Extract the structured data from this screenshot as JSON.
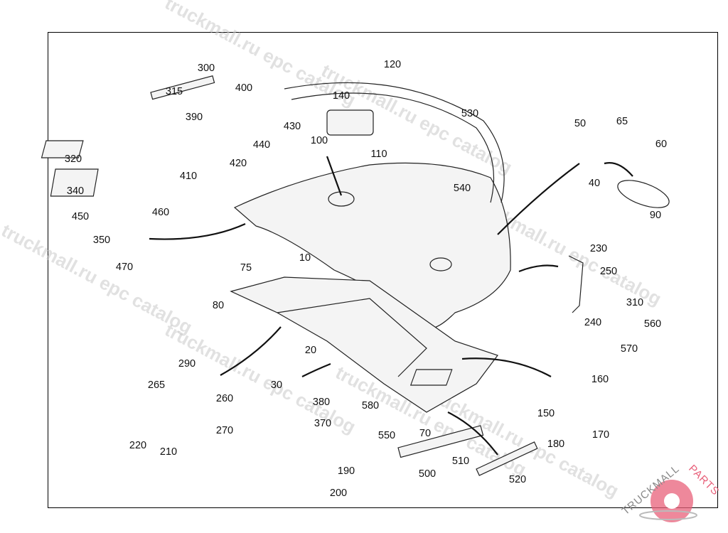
{
  "diagram": {
    "part_numbers": [
      "300",
      "120",
      "315",
      "400",
      "140",
      "530",
      "390",
      "430",
      "50",
      "65",
      "100",
      "440",
      "60",
      "110",
      "320",
      "410",
      "420",
      "40",
      "540",
      "340",
      "90",
      "450",
      "460",
      "350",
      "470",
      "10",
      "230",
      "75",
      "250",
      "310",
      "80",
      "240",
      "560",
      "570",
      "20",
      "160",
      "290",
      "265",
      "30",
      "260",
      "380",
      "580",
      "150",
      "170",
      "370",
      "550",
      "70",
      "270",
      "220",
      "210",
      "180",
      "510",
      "500",
      "190",
      "520",
      "200"
    ],
    "watermark": "truckmall.ru epc catalog",
    "logo": {
      "text_dark": "TRUCKMALL",
      "text_accent": "PARTS",
      "accent_color": "#e8607a",
      "dark_color": "#888888"
    }
  }
}
